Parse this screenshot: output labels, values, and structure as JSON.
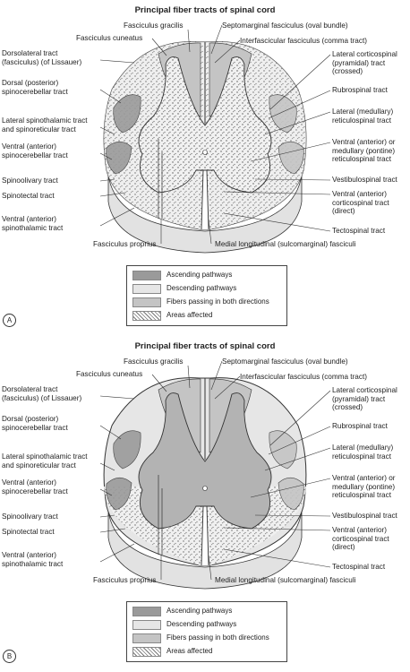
{
  "panels": [
    {
      "badge": "A",
      "title": "Principal fiber tracts of spinal cord",
      "labels_left": [
        "Fasciculus cuneatus",
        "Dorsolateral tract\n(fasciculus) (of Lissauer)",
        "Dorsal (posterior)\nspinocerebellar tract",
        "Lateral spinothalamic tract\nand spinoreticular tract",
        "Ventral (anterior)\nspinocerebellar tract",
        "Spinoolivary tract",
        "Spinotectal tract",
        "Ventral (anterior)\nspinothalamic tract"
      ],
      "labels_top": [
        "Fasciculus gracilis",
        "Septomarginal fasciculus (oval bundle)",
        "Interfascicular fasciculus (comma tract)"
      ],
      "labels_right": [
        "Lateral corticospinal\n(pyramidal) tract\n(crossed)",
        "Rubrospinal tract",
        "Lateral (medullary)\nreticulospinal tract",
        "Ventral (anterior) or\nmedullary (pontine)\nreticulospinal tract",
        "Vestibulospinal tract",
        "Ventral (anterior)\ncorticospinal tract\n(direct)",
        "Tectospinal tract"
      ],
      "labels_bottom": [
        "Fasciculus proprius",
        "Medial longitudinal (sulcomarginal) fasciculi"
      ]
    },
    {
      "badge": "B",
      "title": "Principal fiber tracts of spinal cord",
      "labels_left": [
        "Fasciculus cuneatus",
        "Dorsolateral tract\n(fasciculus) (of Lissauer)",
        "Dorsal (posterior)\nspinocerebellar tract",
        "Lateral spinothalamic tract\nand spinoreticular tract",
        "Ventral (anterior)\nspinocerebellar tract",
        "Spinoolivary tract",
        "Spinotectal tract",
        "Ventral (anterior)\nspinothalamic tract"
      ],
      "labels_top": [
        "Fasciculus gracilis",
        "Septomarginal fasciculus (oval bundle)",
        "Interfascicular fasciculus (comma tract)"
      ],
      "labels_right": [
        "Lateral corticospinal\n(pyramidal) tract\n(crossed)",
        "Rubrospinal tract",
        "Lateral (medullary)\nreticulospinal tract",
        "Ventral (anterior) or\nmedullary (pontine)\nreticulospinal tract",
        "Vestibulospinal tract",
        "Ventral (anterior)\ncorticospinal tract\n(direct)",
        "Tectospinal tract"
      ],
      "labels_bottom": [
        "Fasciculus proprius",
        "Medial longitudinal (sulcomarginal) fasciculi"
      ]
    }
  ],
  "legend": [
    {
      "label": "Ascending pathways",
      "swatch": "ascending"
    },
    {
      "label": "Descending pathways",
      "swatch": "descending"
    },
    {
      "label": "Fibers passing in both directions",
      "swatch": "both"
    },
    {
      "label": "Areas affected",
      "swatch": "affected"
    }
  ],
  "colors": {
    "ascending": "#9a9a9a",
    "descending": "#e6e6e6",
    "both": "#c4c4c4",
    "gray_matter": "#b3b3b3",
    "outline": "#333333"
  }
}
